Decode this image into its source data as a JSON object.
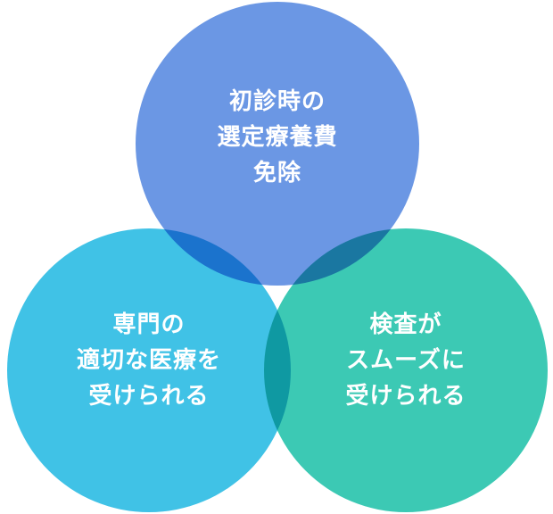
{
  "colors": {
    "top": "#6b97e4",
    "left": "#40c2e6",
    "right": "#3cc9b4"
  },
  "circles": {
    "top": {
      "lines": [
        "初診時の",
        "選定療養費",
        "免除"
      ]
    },
    "left": {
      "lines": [
        "専門の",
        "適切な医療を",
        "受けられる"
      ]
    },
    "right": {
      "lines": [
        "検査が",
        "スムーズに",
        "受けられる"
      ]
    }
  }
}
